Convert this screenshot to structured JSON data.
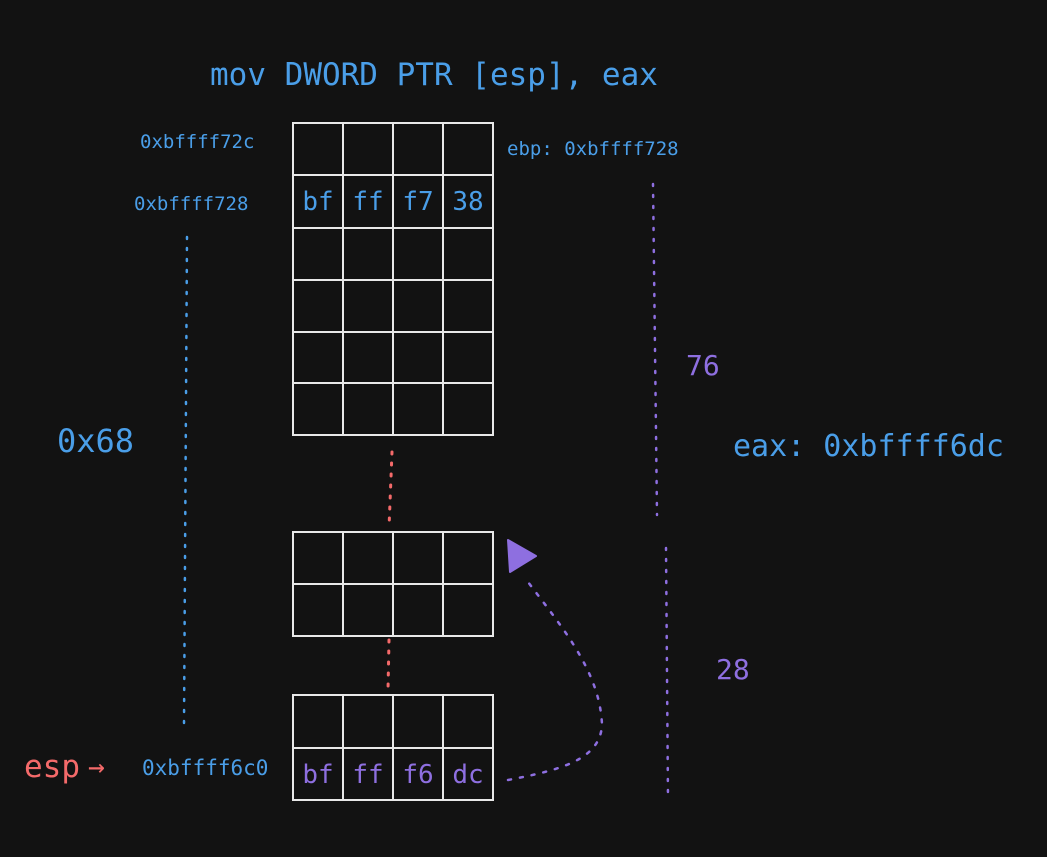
{
  "instruction": "mov DWORD PTR [esp], eax",
  "addresses": {
    "upper": "0xbffff72c",
    "ebp_slot": "0xbffff728",
    "esp_slot": "0xbffff6c0"
  },
  "registers": {
    "ebp": "ebp: 0xbffff728",
    "eax": "eax: 0xbffff6dc",
    "esp": "esp",
    "esp_arrow": "→"
  },
  "offset_label": "0x68",
  "distances": {
    "upper": "76",
    "lower": "28"
  },
  "saved_ebp_bytes": [
    "bf",
    "ff",
    "f7",
    "38"
  ],
  "written_bytes": [
    "bf",
    "ff",
    "f6",
    "dc"
  ],
  "colors": {
    "background": "#121212",
    "address": "#4a9ee8",
    "written": "#8e6fe0",
    "esp": "#f46a6a",
    "grid": "#e8e8e8",
    "offset_line": "#4a9ee8",
    "gap_line": "#f46a6a",
    "distance_line": "#8e6fe0"
  }
}
